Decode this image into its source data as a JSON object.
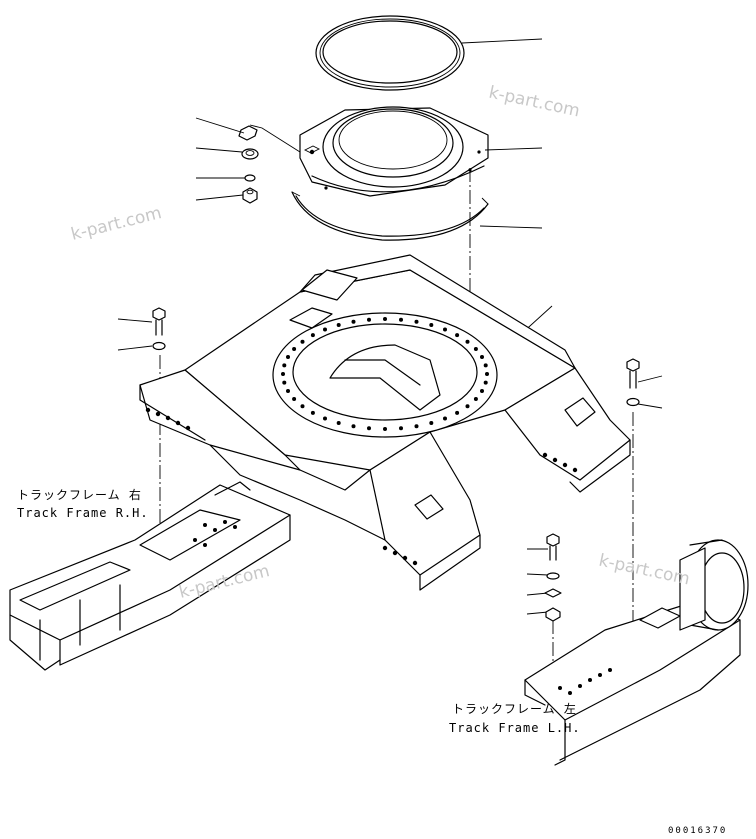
{
  "labels": {
    "track_frame_rh_jp": "トラックフレーム 右",
    "track_frame_rh_en": "Track Frame R.H.",
    "track_frame_lh_jp": "トラックフレーム 左",
    "track_frame_lh_en": "Track Frame L.H."
  },
  "watermark": "k-part.com",
  "figure_code": "00016370"
}
